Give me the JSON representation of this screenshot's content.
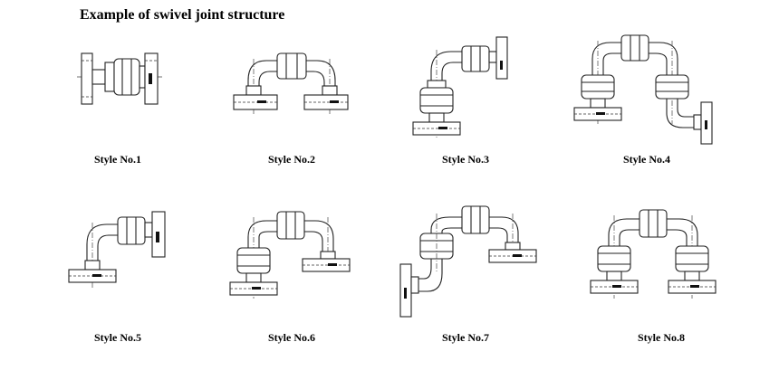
{
  "title": "Example of swivel joint structure",
  "styles": [
    {
      "id": 1,
      "label": "Style No.1"
    },
    {
      "id": 2,
      "label": "Style No.2"
    },
    {
      "id": 3,
      "label": "Style No.3"
    },
    {
      "id": 4,
      "label": "Style No.4"
    },
    {
      "id": 5,
      "label": "Style No.5"
    },
    {
      "id": 6,
      "label": "Style No.6"
    },
    {
      "id": 7,
      "label": "Style No.7"
    },
    {
      "id": 8,
      "label": "Style No.8"
    }
  ]
}
